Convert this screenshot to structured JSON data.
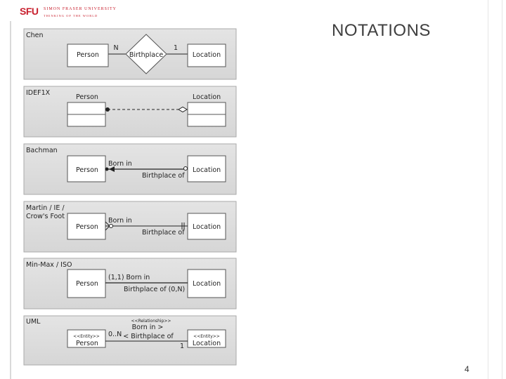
{
  "header": {
    "logo_mark": "SFU",
    "logo_name": "SIMON FRASER UNIVERSITY",
    "logo_tagline": "THINKING OF THE WORLD"
  },
  "slide": {
    "title": "NOTATIONS",
    "page_number": "4"
  },
  "notations": {
    "chen": {
      "label": "Chen",
      "left_entity": "Person",
      "relationship": "Birthplace",
      "right_entity": "Location",
      "left_cardinality": "N",
      "right_cardinality": "1"
    },
    "idef1x": {
      "label": "IDEF1X",
      "left_entity": "Person",
      "right_entity": "Location"
    },
    "bachman": {
      "label": "Bachman",
      "left_entity": "Person",
      "right_entity": "Location",
      "forward_role": "Born in",
      "reverse_role": "Birthplace of"
    },
    "crows_foot": {
      "label_line1": "Martin / IE /",
      "label_line2": "Crow's Foot",
      "left_entity": "Person",
      "right_entity": "Location",
      "forward_role": "Born in",
      "reverse_role": "Birthplace of"
    },
    "min_max": {
      "label": "Min-Max / ISO",
      "left_entity": "Person",
      "right_entity": "Location",
      "forward_role": "(1,1) Born in",
      "reverse_role": "Birthplace of (0,N)"
    },
    "uml": {
      "label": "UML",
      "stereotype_relationship": "<<Relationship>>",
      "forward_role": "Born in >",
      "reverse_role": "< Birthplace of",
      "left_stereotype": "<<Entity>>",
      "left_entity": "Person",
      "right_stereotype": "<<Entity>>",
      "right_entity": "Location",
      "left_multiplicity": "0..N",
      "right_multiplicity": "1"
    }
  }
}
